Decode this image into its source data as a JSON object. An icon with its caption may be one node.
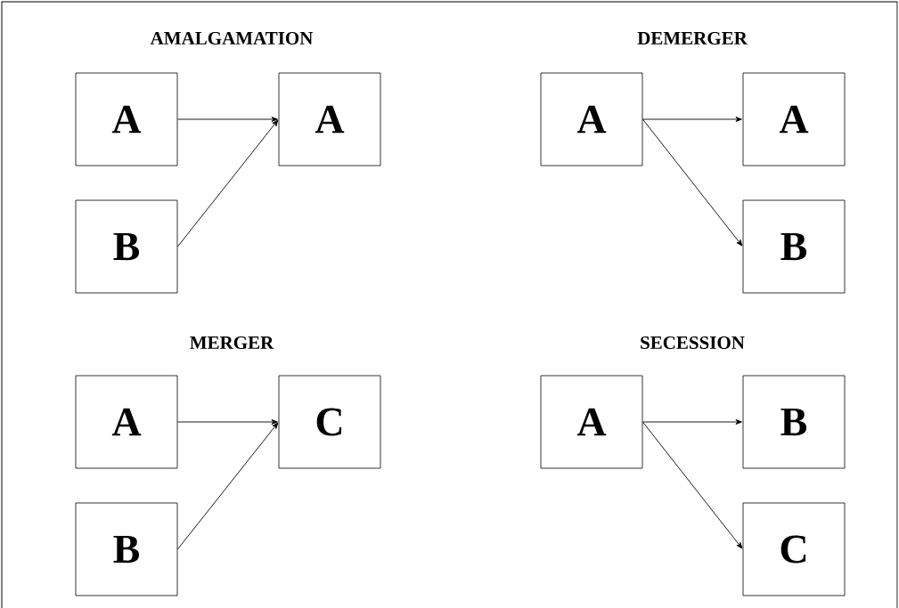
{
  "diagram": {
    "nodes": [
      {
        "text": [
          "A"
        ]
      },
      {
        "text": [
          "B"
        ]
      },
      {
        "text": [
          "A"
        ]
      },
      {
        "text": [
          "A"
        ]
      },
      {
        "text": [
          "A"
        ]
      },
      {
        "text": [
          "B"
        ]
      },
      {
        "text": [
          "A"
        ]
      },
      {
        "text": [
          "B"
        ]
      },
      {
        "text": [
          "C"
        ]
      },
      {
        "text": [
          "A"
        ]
      },
      {
        "text": [
          "B"
        ]
      },
      {
        "text": [
          "C"
        ]
      }
    ],
    "edges": [
      {
        "from": 0,
        "to": 2,
        "arrow": "to"
      },
      {
        "from": 1,
        "to": 2,
        "arrow": "to"
      },
      {
        "from": 3,
        "to": 4,
        "arrow": "to"
      },
      {
        "from": 3,
        "to": 5,
        "arrow": "to"
      },
      {
        "from": 6,
        "to": 8,
        "arrow": "to"
      },
      {
        "from": 7,
        "to": 8,
        "arrow": "to"
      },
      {
        "from": 9,
        "to": 10,
        "arrow": "to"
      },
      {
        "from": 9,
        "to": 11,
        "arrow": "to"
      }
    ],
    "labels": [
      "AMALGAMATION",
      "DEMERGER",
      "MERGER",
      "SECESSION"
    ]
  }
}
